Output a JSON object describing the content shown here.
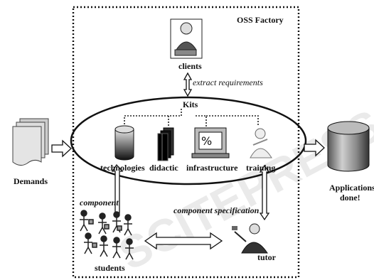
{
  "diagram": {
    "factory_title": "OSS Factory",
    "clients_label": "clients",
    "extract_label": "extract requirements",
    "kits_label": "Kits",
    "kit_items": [
      "technologies",
      "didactic",
      "infrastructure",
      "training"
    ],
    "demands_label": "Demands",
    "applications_label_line1": "Applications",
    "applications_label_line2": "done!",
    "component_label": "component",
    "component_spec_label": "component  specification",
    "students_label": "students",
    "tutor_label": "tutor",
    "watermark_text": "SCITEPRESS"
  }
}
